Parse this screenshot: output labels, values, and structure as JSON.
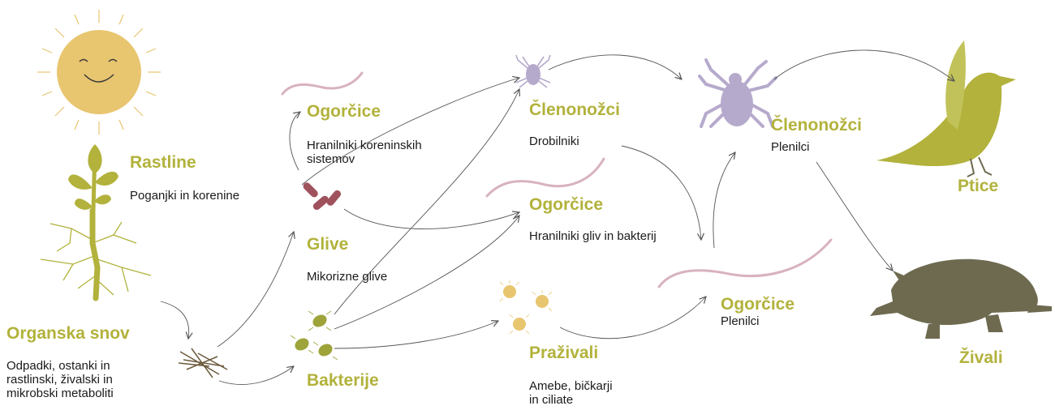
{
  "diagram": {
    "plants": {
      "title": "Rastline",
      "desc": "Poganjki in korenine"
    },
    "organic": {
      "title": "Organska snov",
      "desc_lines": [
        "Odpadki, ostanki in",
        "rastlinski, živalski in",
        "mikrobski metaboliti"
      ]
    },
    "nematodes_root": {
      "title": "Ogorčice",
      "desc_lines": [
        "Hranilniki koreninskih",
        "sistemov"
      ]
    },
    "fungi": {
      "title": "Glive",
      "desc": "Mikorizne glive"
    },
    "bacteria": {
      "title": "Bakterije"
    },
    "arthropods_shredders": {
      "title": "Členonožci",
      "desc": "Drobilniki"
    },
    "nematodes_fungal": {
      "title": "Ogorčice",
      "desc": "Hranilniki gliv in bakterij"
    },
    "protozoa": {
      "title": "Praživali",
      "desc_lines": [
        "Amebe, bičkarji",
        "in ciliate"
      ]
    },
    "arthropods_predators": {
      "title": "Členonožci",
      "desc": "Plenilci"
    },
    "nematodes_predators": {
      "title": "Ogorčice",
      "desc": "Plenilci"
    },
    "birds": {
      "title": "Ptice"
    },
    "animals": {
      "title": "Živali"
    }
  },
  "colors": {
    "title": "#b2b23c",
    "plant": "#b2b23c",
    "sun": "#e8c56f",
    "nematode": "#d8b2c0",
    "fungi": "#a0525c",
    "bacteria": "#9ea43a",
    "arthropod": "#b6aacc",
    "protozoa": "#e8c56f",
    "mammal": "#6e6a50",
    "arrow": "#555555"
  }
}
